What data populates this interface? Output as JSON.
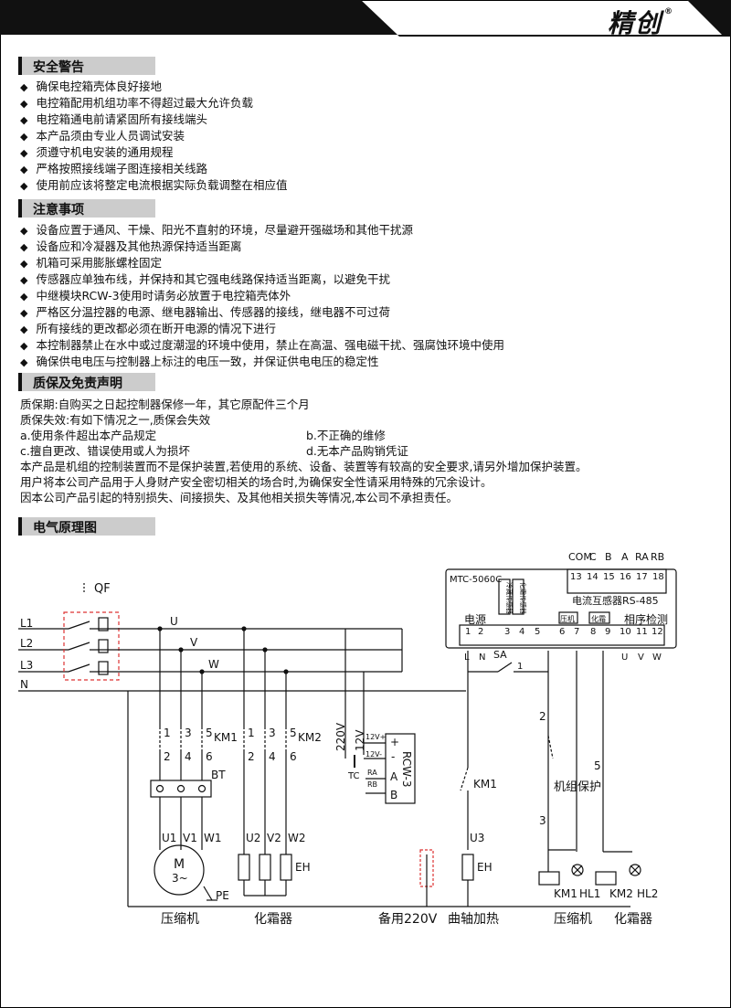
{
  "brand": {
    "name": "精创",
    "mark": "®"
  },
  "safety": {
    "title": "安全警告",
    "items": [
      "确保电控箱壳体良好接地",
      "电控箱配用机组功率不得超过最大允许负载",
      "电控箱通电前请紧固所有接线端头",
      "本产品须由专业人员调试安装",
      "须遵守机电安装的通用规程",
      "严格按照接线端子图连接相关线路",
      "使用前应该将整定电流根据实际负载调整在相应值"
    ]
  },
  "notes": {
    "title": "注意事项",
    "items": [
      "设备应置于通风、干燥、阳光不直射的环境，尽量避开强磁场和其他干扰源",
      "设备应和冷凝器及其他热源保持适当距离",
      "机箱可采用膨胀螺栓固定",
      "传感器应单独布线，并保持和其它强电线路保持适当距离，以避免干扰",
      "中继模块RCW-3使用时请务必放置于电控箱壳体外",
      "严格区分温控器的电源、继电器输出、传感器的接线，继电器不可过荷",
      "所有接线的更改都必须在断开电源的情况下进行",
      "本控制器禁止在水中或过度潮湿的环境中使用，禁止在高温、强电磁干扰、强腐蚀环境中使用",
      "确保供电电压与控制器上标注的电压一致，并保证供电电压的稳定性"
    ]
  },
  "warranty": {
    "title": "质保及免责声明",
    "period": "质保期:自购买之日起控制器保修一年，其它原配件三个月",
    "void_intro": "质保失效:有如下情况之一,质保会失效",
    "conditions": [
      "a.使用条件超出本产品规定",
      "b.不正确的维修",
      "c.擅自更改、错误使用或人为损坏",
      "d.无本产品购销凭证"
    ],
    "disclaimer": [
      "本产品是机组的控制装置而不是保护装置,若使用的系统、设备、装置等有较高的安全要求,请另外增加保护装置。",
      "用户将本公司产品用于人身财产安全密切相关的场合时,为确保安全性请采用特殊的冗余设计。",
      "因本公司产品引起的特别损失、间接损失、及其他相关损失等情况,本公司不承担责任。"
    ]
  },
  "schematic": {
    "title": "电气原理图",
    "model": "MTC-5060C",
    "lines": [
      "L1",
      "L2",
      "L3",
      "N"
    ],
    "phases": [
      "U",
      "V",
      "W"
    ],
    "breaker": "QF",
    "top_terminal_names": [
      "COM",
      "C",
      "B",
      "A",
      "RA",
      "RB"
    ],
    "top_terminal_nums": [
      "13",
      "14",
      "15",
      "16",
      "17",
      "18"
    ],
    "bottom_terminal_nums": [
      "1",
      "2",
      "3",
      "4",
      "5",
      "6",
      "7",
      "8",
      "9",
      "10",
      "11",
      "12"
    ],
    "probe_labels": [
      "冷藏传感器",
      "化霜传感器"
    ],
    "relay_labels": [
      "压机",
      "化霜"
    ],
    "power_label": "电源",
    "ct_label": "电流互感器RS-485",
    "phase_label": "相序检测",
    "power_pins": [
      "L",
      "N"
    ],
    "phase_pins": [
      "U",
      "V",
      "W"
    ],
    "contacts": [
      "1",
      "3",
      "5",
      "2",
      "4",
      "6"
    ],
    "km1": "KM1",
    "km2": "KM2",
    "overload": "BT",
    "motor": [
      "U1",
      "V1",
      "W1"
    ],
    "motor_symbol": "M",
    "motor_sub": "3~",
    "heaters": [
      "U2",
      "V2",
      "W2"
    ],
    "eh": "EH",
    "pe": "PE",
    "transformer": {
      "in": "220V",
      "out": "12V",
      "tc": "TC"
    },
    "rcw": {
      "name": "RCW-3",
      "plus": "+",
      "minus": "-",
      "pins": [
        "12V+",
        "12V-",
        "RA",
        "RB"
      ],
      "ab": [
        "A",
        "B"
      ]
    },
    "sa": "SA",
    "sa_wire": "1",
    "u3": "U3",
    "wires": [
      "2",
      "3",
      "5"
    ],
    "protection": "机组保护",
    "hl": [
      "HL1",
      "HL2"
    ],
    "captions": [
      "压缩机",
      "化霜器",
      "备用220V",
      "曲轴加热",
      "压缩机",
      "化霜器"
    ]
  }
}
